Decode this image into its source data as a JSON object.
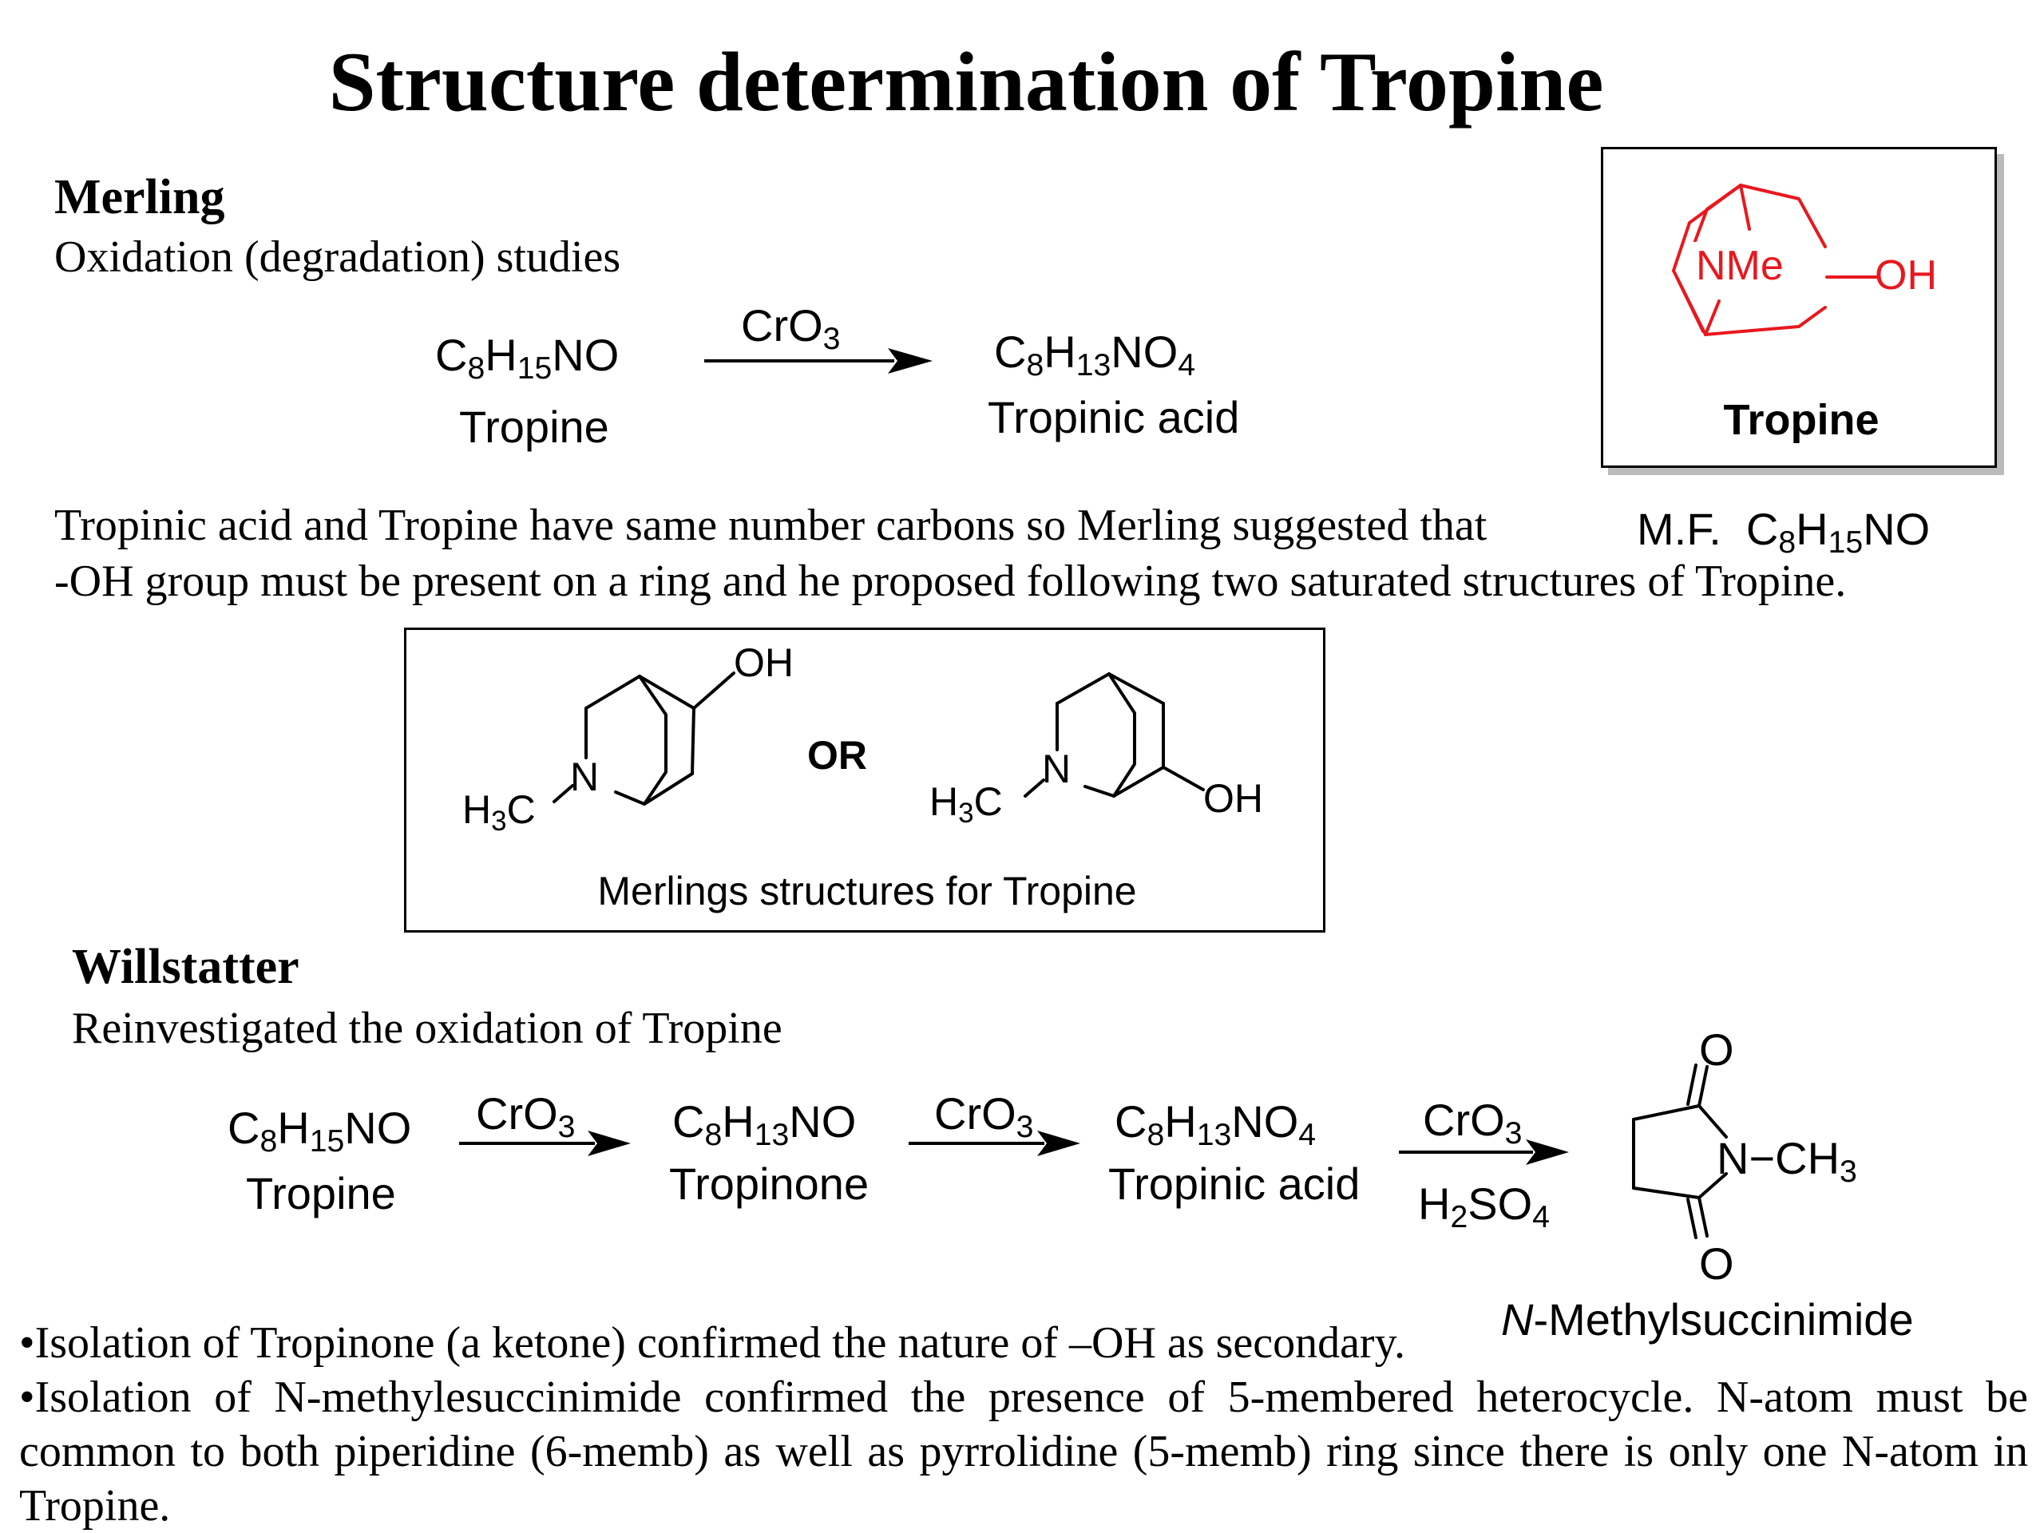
{
  "title": "Structure determination of Tropine",
  "merling": {
    "heading": "Merling",
    "subheading": "Oxidation (degradation) studies",
    "reaction": {
      "reactant_formula": {
        "c": "C",
        "c_n": "8",
        "h": "H",
        "h_n": "15",
        "rest": "NO"
      },
      "reactant_name": "Tropine",
      "reagent": {
        "base": "CrO",
        "n": "3"
      },
      "product_formula": {
        "c": "C",
        "c_n": "8",
        "h": "H",
        "h_n": "13",
        "rest": "NO",
        "rest_n": "4"
      },
      "product_name": "Tropinic acid"
    },
    "paragraph_line1": "Tropinic acid and Tropine have same number carbons so Merling suggested that",
    "paragraph_line2": "-OH group must be present on a ring and he proposed following two saturated structures of Tropine.",
    "structures_box": {
      "or_label": "OR",
      "caption": "Merlings structures for Tropine",
      "left": {
        "oh": "OH",
        "n": "N",
        "h3c_h": "H",
        "h3c_n": "3",
        "h3c_c": "C"
      },
      "right": {
        "oh": "OH",
        "n": "N",
        "h3c_h": "H",
        "h3c_n": "3",
        "h3c_c": "C"
      }
    }
  },
  "tropine_box": {
    "nme": "NMe",
    "oh": "OH",
    "label": "Tropine",
    "mf_prefix": "M.F.",
    "mf": {
      "c": "C",
      "c_n": "8",
      "h": "H",
      "h_n": "15",
      "rest": "NO"
    }
  },
  "willstatter": {
    "heading": "Willstatter",
    "subheading": "Reinvestigated the oxidation of Tropine",
    "steps": [
      {
        "formula": {
          "c": "C",
          "c_n": "8",
          "h": "H",
          "h_n": "15",
          "rest": "NO"
        },
        "name": "Tropine"
      },
      {
        "formula": {
          "c": "C",
          "c_n": "8",
          "h": "H",
          "h_n": "13",
          "rest": "NO"
        },
        "name": "Tropinone"
      },
      {
        "formula": {
          "c": "C",
          "c_n": "8",
          "h": "H",
          "h_n": "13",
          "rest": "NO",
          "rest_n": "4"
        },
        "name": "Tropinic acid"
      }
    ],
    "reagents": [
      {
        "base": "CrO",
        "n": "3"
      },
      {
        "base": "CrO",
        "n": "3"
      },
      {
        "base": "CrO",
        "n": "3"
      }
    ],
    "acid": {
      "h": "H",
      "h_n": "2",
      "so": "SO",
      "so_n": "4"
    },
    "final_product": {
      "o_top": "O",
      "o_bottom": "O",
      "n_label": "N",
      "ch3_c": "CH",
      "ch3_n": "3",
      "name_italic": "N",
      "name_rest": "-Methylsuccinimide"
    },
    "bullets": [
      "•Isolation of Tropinone (a ketone) confirmed the nature of –OH as secondary.",
      "•Isolation of N-methylesuccinimide confirmed the presence of 5-membered heterocycle.  N-atom must be",
      "common to both piperidine (6-memb) as well as pyrrolidine (5-memb) ring since there is only one N-atom in",
      "Tropine."
    ]
  },
  "colors": {
    "text": "#000000",
    "highlight": "#e8181e",
    "background": "#ffffff"
  }
}
